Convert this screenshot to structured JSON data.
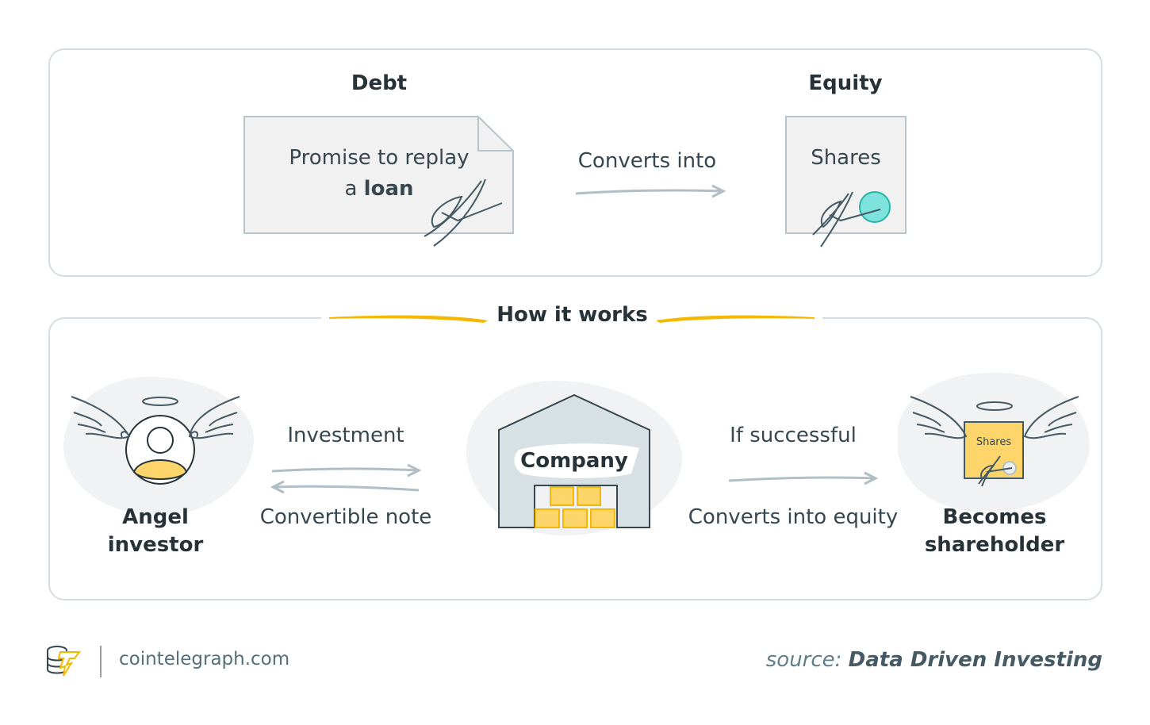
{
  "top_panel": {
    "debt": {
      "title": "Debt",
      "doc_line1": "Promise to replay",
      "doc_line2_prefix": "a ",
      "doc_line2_bold": "loan",
      "icon": "signed-document-icon"
    },
    "arrow_label": "Converts into",
    "equity": {
      "title": "Equity",
      "doc_text": "Shares",
      "icon": "signed-shares-certificate-icon",
      "seal_color": "#7de3dc"
    }
  },
  "section_heading": "How it works",
  "bottom_panel": {
    "angel": {
      "label_line1": "Angel",
      "label_line2": "investor",
      "icon": "angel-investor-icon"
    },
    "investment_label": "Investment",
    "convertible_label": "Convertible note",
    "company": {
      "label": "Company",
      "icon": "warehouse-icon"
    },
    "success_label": "If successful",
    "converts_equity_label": "Converts into equity",
    "shareholder": {
      "label_line1": "Becomes",
      "label_line2": "shareholder",
      "shares_text": "Shares",
      "icon": "angel-shares-icon"
    }
  },
  "footer": {
    "logo_icon": "cointelegraph-logo-icon",
    "site": "cointelegraph.com",
    "source_prefix": "source: ",
    "source_name": "Data Driven Investing"
  },
  "colors": {
    "accent_yellow": "#f5b800",
    "box_yellow": "#fdd56a",
    "border_gray": "#d5dde2",
    "arrow_gray": "#b0bec5",
    "text_dark": "#263238"
  }
}
